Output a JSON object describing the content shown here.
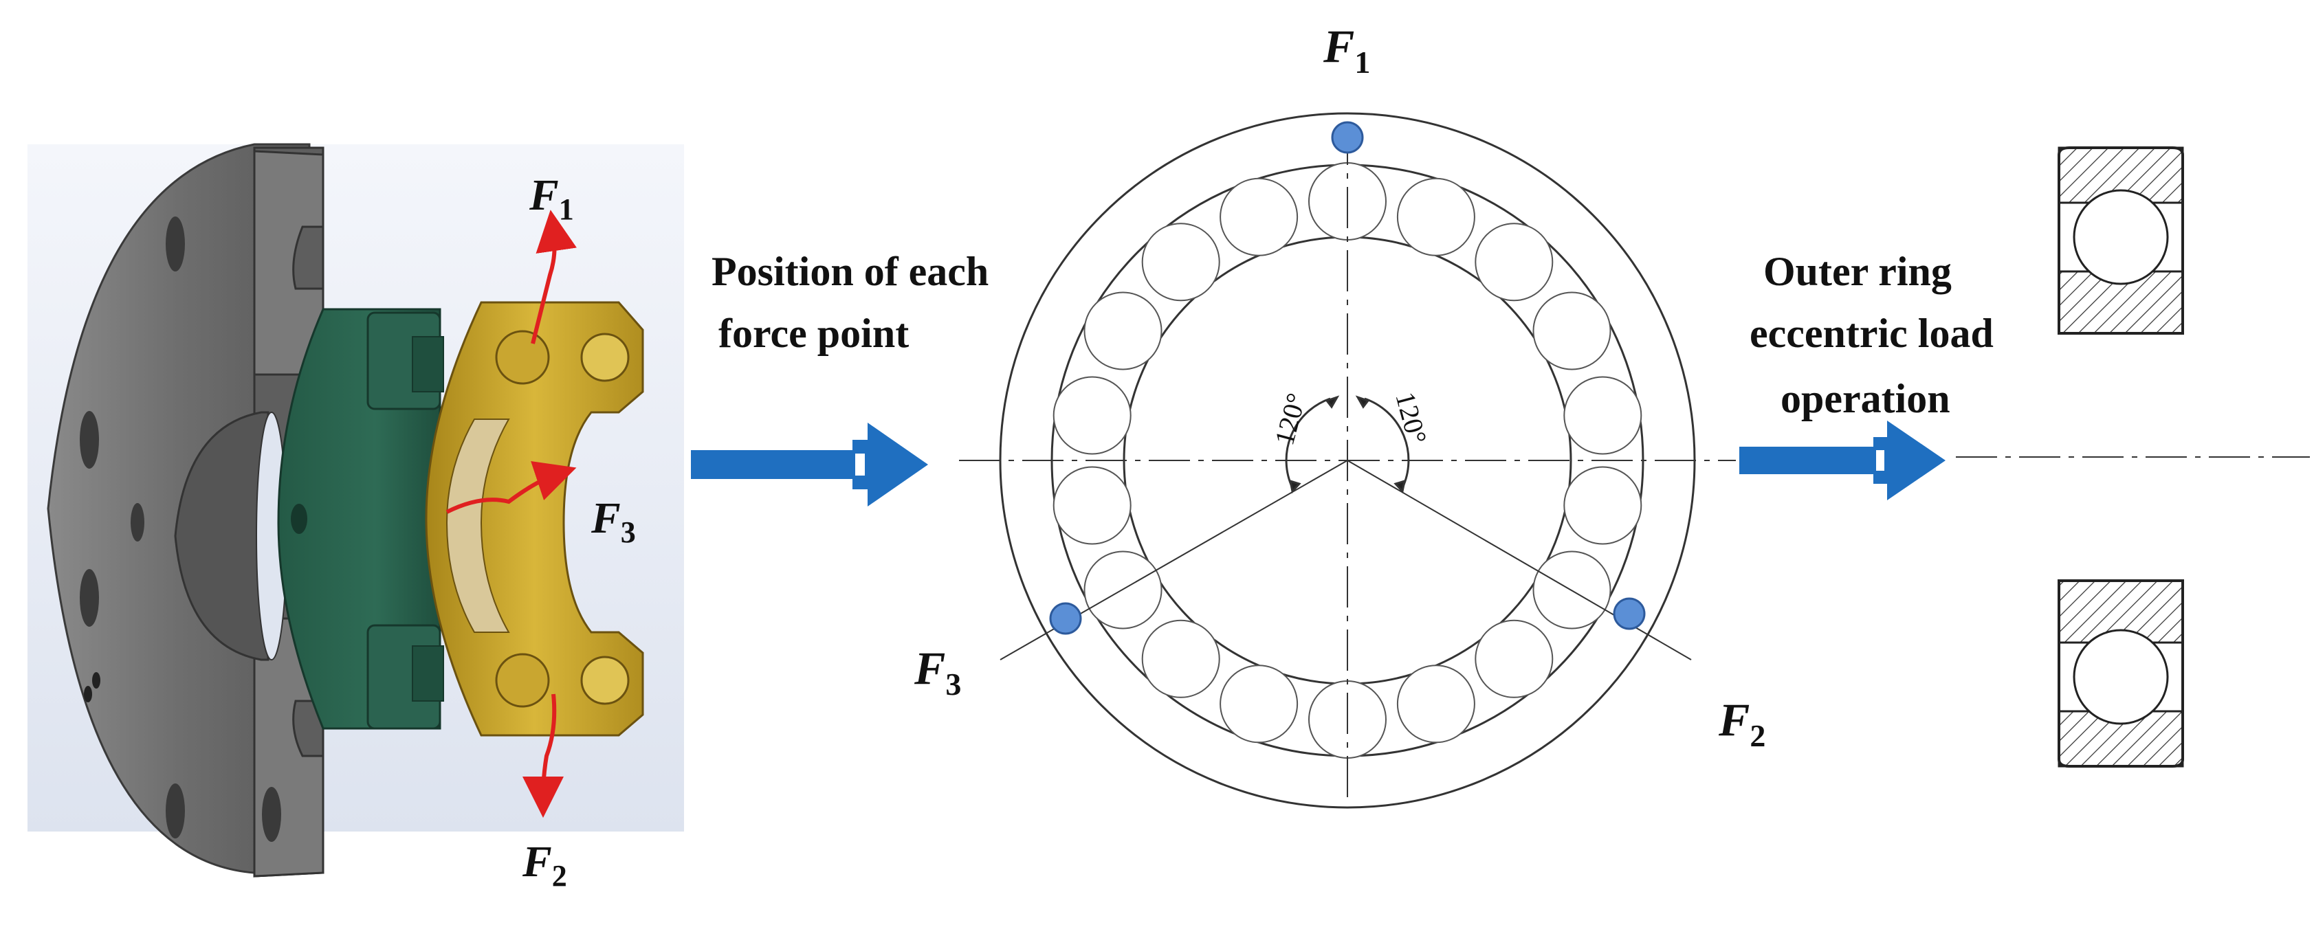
{
  "caption_left": {
    "line1": "Position of each",
    "line2": "force point"
  },
  "caption_right": {
    "line1": "Outer ring",
    "line2": "eccentric load",
    "line3": "operation"
  },
  "cad_forces": {
    "f1": {
      "symbol": "F",
      "subscript": "1"
    },
    "f2": {
      "symbol": "F",
      "subscript": "2"
    },
    "f3": {
      "symbol": "F",
      "subscript": "3"
    }
  },
  "bearing_forces": {
    "f1": {
      "symbol": "F",
      "subscript": "1"
    },
    "f2": {
      "symbol": "F",
      "subscript": "2"
    },
    "f3": {
      "symbol": "F",
      "subscript": "3"
    }
  },
  "angles": {
    "left": "120°",
    "right": "120°"
  },
  "colors": {
    "arrow_blue": "#1f6fc0",
    "force_point": "#5b8fd6",
    "flange_gray": "#6e6e6e",
    "seat_green": "#2e6b55",
    "bearing_gold": "#c8a428",
    "force_arrow_red": "#e02020"
  }
}
